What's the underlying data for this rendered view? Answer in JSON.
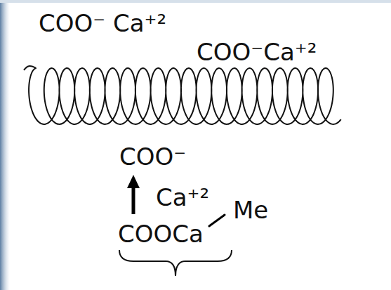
{
  "diagram": {
    "labels": [
      "COO⁻ Ca⁺²",
      "COO⁻Ca⁺²",
      "COO⁻",
      "Ca⁺²",
      "Me",
      "COOCa"
    ]
  }
}
